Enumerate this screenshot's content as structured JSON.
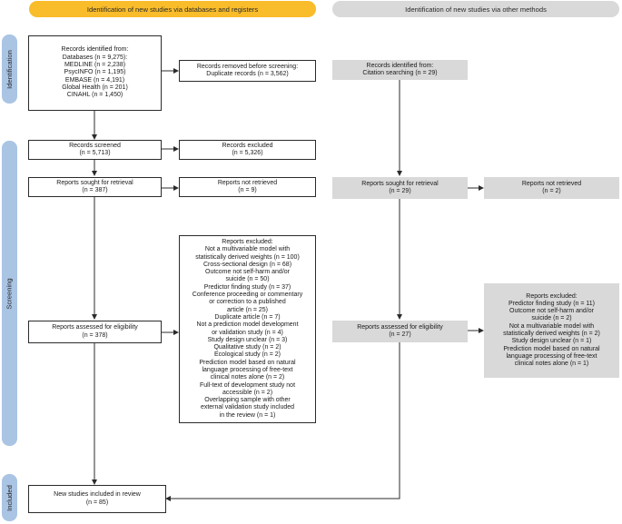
{
  "headers": {
    "databases": "Identification of new studies via databases and registers",
    "other": "Identification of new studies via other methods"
  },
  "phases": {
    "identification": "Identification",
    "screening": "Screening",
    "included": "Included"
  },
  "boxes": {
    "records_identified": [
      "Records identified from:",
      "Databases (n = 9,275):",
      "MEDLINE (n = 2,238)",
      "PsycINFO (n = 1,195)",
      "EMBASE (n = 4,191)",
      "Global Health (n = 201)",
      "CINAHL (n = 1,450)"
    ],
    "records_removed": [
      "Records removed before screening:",
      "Duplicate records (n = 3,562)"
    ],
    "records_screened": [
      "Records screened",
      "(n = 5,713)"
    ],
    "records_excluded": [
      "Records excluded",
      "(n = 5,326)"
    ],
    "reports_sought_db": [
      "Reports sought for retrieval",
      "(n = 387)"
    ],
    "reports_not_retrieved_db": [
      "Reports not retrieved",
      "(n = 9)"
    ],
    "reports_assessed_db": [
      "Reports assessed for eligibility",
      "(n = 378)"
    ],
    "reports_excluded_db": [
      "Reports excluded:",
      "Not a multivariable model with",
      "statistically derived weights (n = 100)",
      "Cross-sectional design (n = 68)",
      "Outcome not self-harm and/or",
      "suicide (n = 50)",
      "Predictor finding study (n = 37)",
      "Conference proceeding or commentary",
      "or correction to a published",
      "article (n = 25)",
      "Duplicate article (n = 7)",
      "Not a prediction model development",
      "or validation study (n = 4)",
      "Study design unclear (n = 3)",
      "Qualitative study (n = 2)",
      "Ecological study (n = 2)",
      "Prediction model based on natural",
      "language processing of free-text",
      "clinical notes alone (n = 2)",
      "Full-text of development study not",
      "accessible (n = 2)",
      "Overlapping sample with other",
      "external validation study included",
      "in the review (n = 1)"
    ],
    "new_studies_included": [
      "New studies included in review",
      "(n = 85)"
    ],
    "citation_records": [
      "Records identified from:",
      "Citation searching (n = 29)"
    ],
    "reports_sought_other": [
      "Reports sought for retrieval",
      "(n = 29)"
    ],
    "reports_not_retrieved_other": [
      "Reports not retrieved",
      "(n = 2)"
    ],
    "reports_assessed_other": [
      "Reports assessed for eligibility",
      "(n = 27)"
    ],
    "reports_excluded_other": [
      "Reports excluded:",
      "Predictor finding study (n = 11)",
      "Outcome not self-harm and/or",
      "suicide (n = 2)",
      "Not a multivariable model with",
      "statistically derived weights (n = 2)",
      "Study design unclear (n = 1)",
      "Prediction model based on natural",
      "language processing of free-text",
      "clinical notes alone (n = 1)"
    ]
  }
}
